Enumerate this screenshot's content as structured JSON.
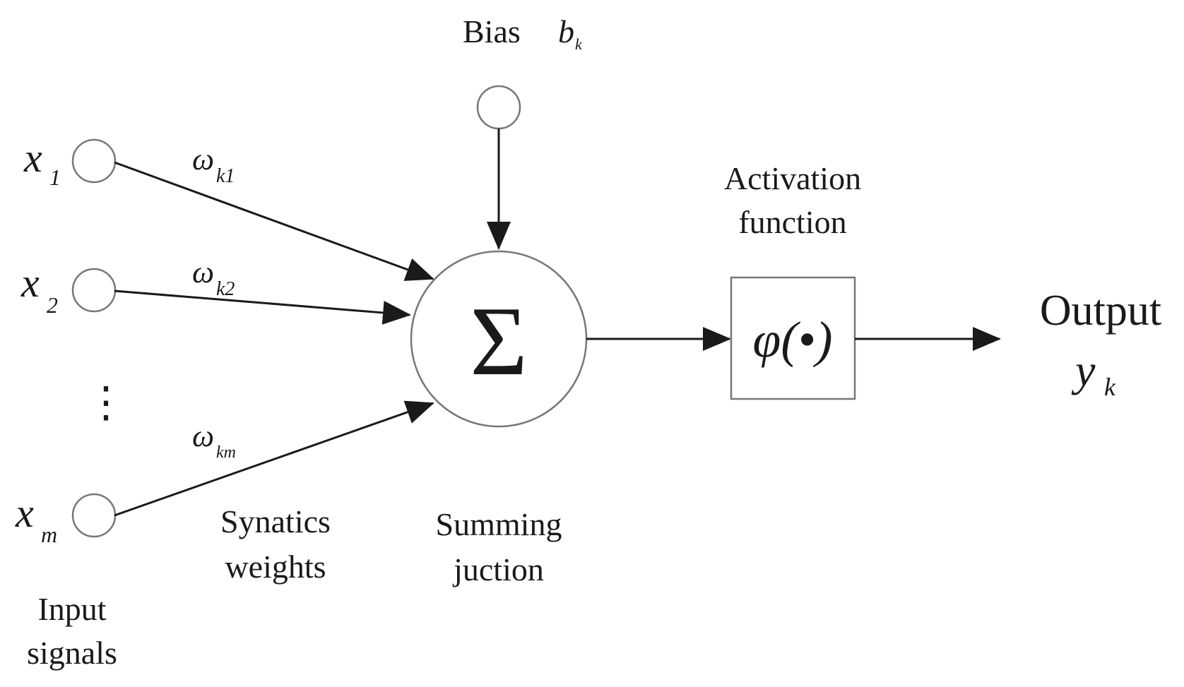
{
  "bias": {
    "label": "Bias",
    "symbol": "b",
    "subscript": "k"
  },
  "inputs": [
    {
      "symbol": "x",
      "subscript": "1"
    },
    {
      "symbol": "x",
      "subscript": "2"
    },
    {
      "symbol": "x",
      "subscript": "m"
    }
  ],
  "ellipsis": "⋮",
  "weights": [
    {
      "symbol": "ω",
      "subscript": "k1"
    },
    {
      "symbol": "ω",
      "subscript": "k2"
    },
    {
      "symbol": "ω",
      "subscript": "km"
    }
  ],
  "summing": {
    "symbol": "Σ",
    "line1": "Summing",
    "line2": "juction"
  },
  "activation": {
    "line1": "Activation",
    "line2": "function",
    "symbol": "φ(•)"
  },
  "output": {
    "label": "Output",
    "symbol": "y",
    "subscript": "k"
  },
  "captions": {
    "inputs_line1": "Input",
    "inputs_line2": "signals",
    "weights_line1": "Synatics",
    "weights_line2": "weights"
  },
  "colors": {
    "ink": "#1a1a1a",
    "node_stroke": "#777777"
  }
}
